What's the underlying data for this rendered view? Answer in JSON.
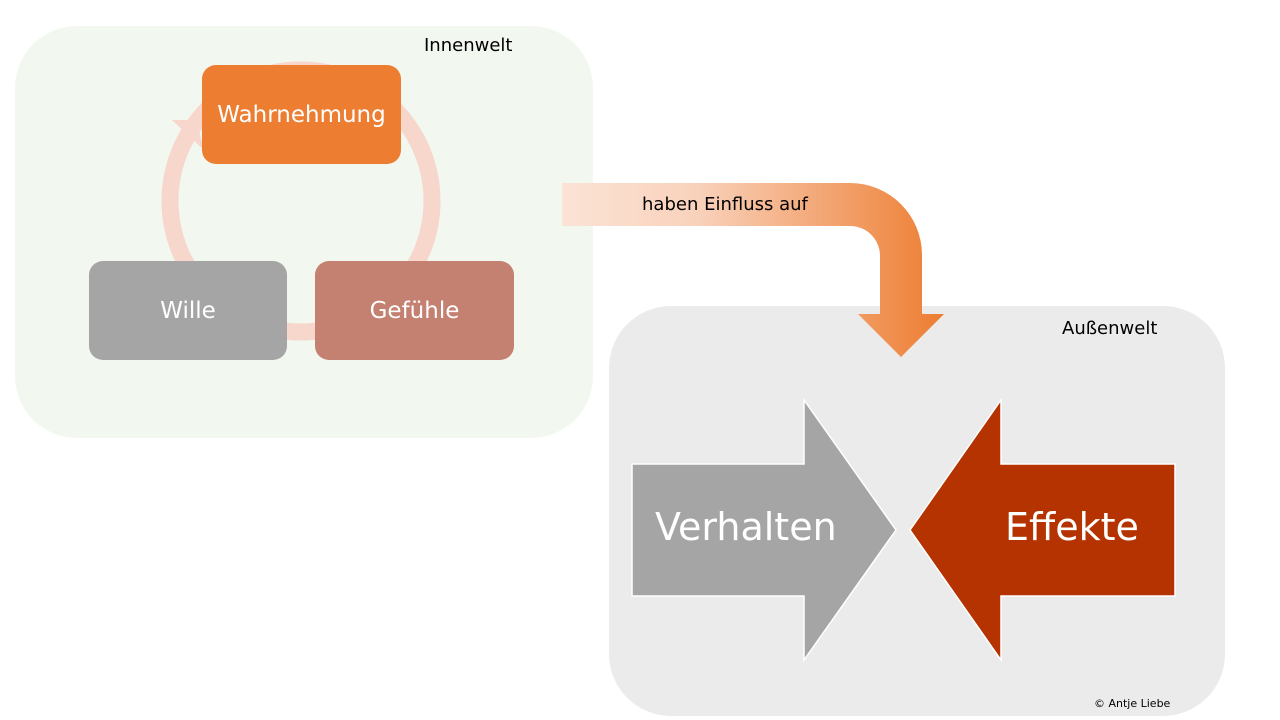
{
  "inner_world": {
    "title": "Innenwelt",
    "cycle": [
      {
        "label": "Wahrnehmung",
        "color": "#ED7D31"
      },
      {
        "label": "Gefühle",
        "color": "#C48070"
      },
      {
        "label": "Wille",
        "color": "#A5A5A5"
      }
    ]
  },
  "connector": {
    "label": "haben Einfluss auf",
    "color": "#ED7D31"
  },
  "outer_world": {
    "title": "Außenwelt",
    "left_arrow": {
      "label": "Verhalten",
      "color": "#A5A5A5"
    },
    "right_arrow": {
      "label": "Effekte",
      "color": "#B43300"
    }
  },
  "copyright": "© Antje Liebe"
}
